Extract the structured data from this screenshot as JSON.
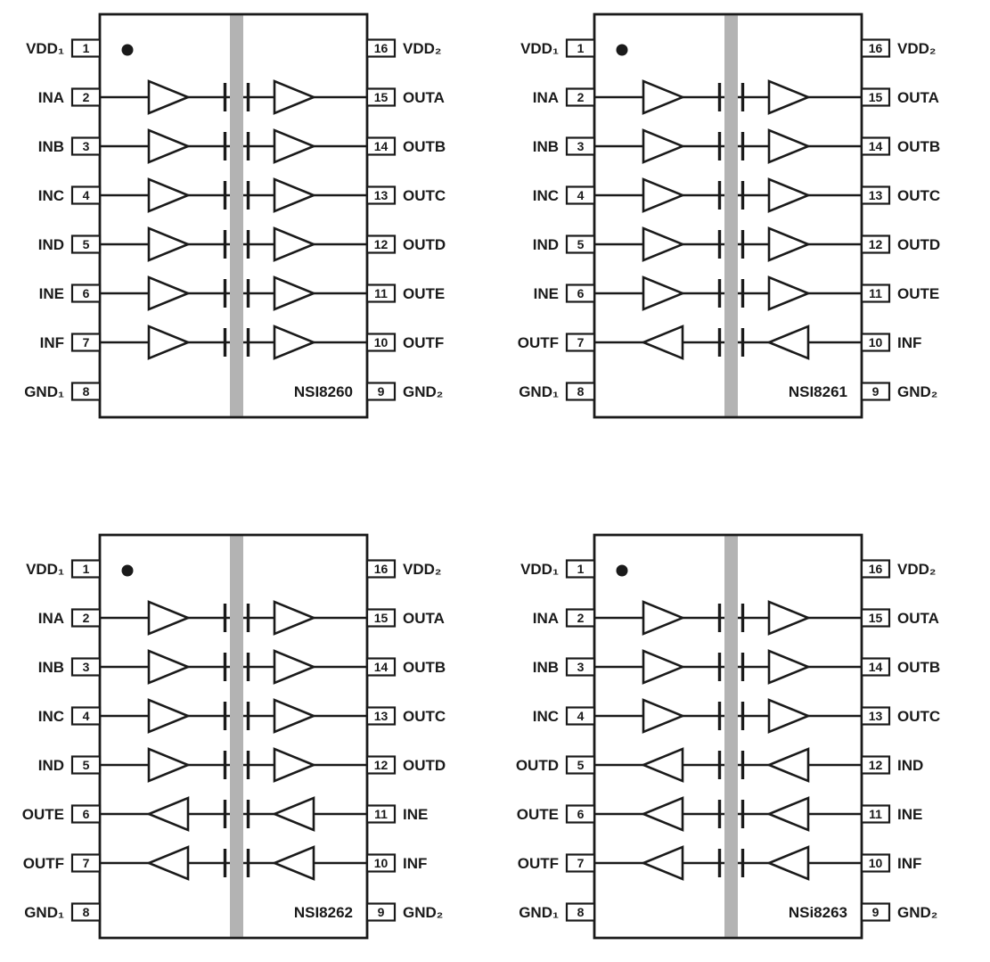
{
  "colors": {
    "ink": "#1a1a1a",
    "barrier": "#b3b3b3",
    "background": "#ffffff"
  },
  "chips": [
    {
      "name": "NSI8260",
      "left_pins": [
        {
          "num": "1",
          "label": "VDD₁"
        },
        {
          "num": "2",
          "label": "INA"
        },
        {
          "num": "3",
          "label": "INB"
        },
        {
          "num": "4",
          "label": "INC"
        },
        {
          "num": "5",
          "label": "IND"
        },
        {
          "num": "6",
          "label": "INE"
        },
        {
          "num": "7",
          "label": "INF"
        },
        {
          "num": "8",
          "label": "GND₁"
        }
      ],
      "right_pins": [
        {
          "num": "16",
          "label": "VDD₂"
        },
        {
          "num": "15",
          "label": "OUTA"
        },
        {
          "num": "14",
          "label": "OUTB"
        },
        {
          "num": "13",
          "label": "OUTC"
        },
        {
          "num": "12",
          "label": "OUTD"
        },
        {
          "num": "11",
          "label": "OUTE"
        },
        {
          "num": "10",
          "label": "OUTF"
        },
        {
          "num": "9",
          "label": "GND₂"
        }
      ],
      "channels": [
        "forward",
        "forward",
        "forward",
        "forward",
        "forward",
        "forward"
      ]
    },
    {
      "name": "NSI8261",
      "left_pins": [
        {
          "num": "1",
          "label": "VDD₁"
        },
        {
          "num": "2",
          "label": "INA"
        },
        {
          "num": "3",
          "label": "INB"
        },
        {
          "num": "4",
          "label": "INC"
        },
        {
          "num": "5",
          "label": "IND"
        },
        {
          "num": "6",
          "label": "INE"
        },
        {
          "num": "7",
          "label": "OUTF"
        },
        {
          "num": "8",
          "label": "GND₁"
        }
      ],
      "right_pins": [
        {
          "num": "16",
          "label": "VDD₂"
        },
        {
          "num": "15",
          "label": "OUTA"
        },
        {
          "num": "14",
          "label": "OUTB"
        },
        {
          "num": "13",
          "label": "OUTC"
        },
        {
          "num": "12",
          "label": "OUTD"
        },
        {
          "num": "11",
          "label": "OUTE"
        },
        {
          "num": "10",
          "label": "INF"
        },
        {
          "num": "9",
          "label": "GND₂"
        }
      ],
      "channels": [
        "forward",
        "forward",
        "forward",
        "forward",
        "forward",
        "reverse"
      ]
    },
    {
      "name": "NSI8262",
      "left_pins": [
        {
          "num": "1",
          "label": "VDD₁"
        },
        {
          "num": "2",
          "label": "INA"
        },
        {
          "num": "3",
          "label": "INB"
        },
        {
          "num": "4",
          "label": "INC"
        },
        {
          "num": "5",
          "label": "IND"
        },
        {
          "num": "6",
          "label": "OUTE"
        },
        {
          "num": "7",
          "label": "OUTF"
        },
        {
          "num": "8",
          "label": "GND₁"
        }
      ],
      "right_pins": [
        {
          "num": "16",
          "label": "VDD₂"
        },
        {
          "num": "15",
          "label": "OUTA"
        },
        {
          "num": "14",
          "label": "OUTB"
        },
        {
          "num": "13",
          "label": "OUTC"
        },
        {
          "num": "12",
          "label": "OUTD"
        },
        {
          "num": "11",
          "label": "INE"
        },
        {
          "num": "10",
          "label": "INF"
        },
        {
          "num": "9",
          "label": "GND₂"
        }
      ],
      "channels": [
        "forward",
        "forward",
        "forward",
        "forward",
        "reverse",
        "reverse"
      ]
    },
    {
      "name": "NSi8263",
      "left_pins": [
        {
          "num": "1",
          "label": "VDD₁"
        },
        {
          "num": "2",
          "label": "INA"
        },
        {
          "num": "3",
          "label": "INB"
        },
        {
          "num": "4",
          "label": "INC"
        },
        {
          "num": "5",
          "label": "OUTD"
        },
        {
          "num": "6",
          "label": "OUTE"
        },
        {
          "num": "7",
          "label": "OUTF"
        },
        {
          "num": "8",
          "label": "GND₁"
        }
      ],
      "right_pins": [
        {
          "num": "16",
          "label": "VDD₂"
        },
        {
          "num": "15",
          "label": "OUTA"
        },
        {
          "num": "14",
          "label": "OUTB"
        },
        {
          "num": "13",
          "label": "OUTC"
        },
        {
          "num": "12",
          "label": "IND"
        },
        {
          "num": "11",
          "label": "INE"
        },
        {
          "num": "10",
          "label": "INF"
        },
        {
          "num": "9",
          "label": "GND₂"
        }
      ],
      "channels": [
        "forward",
        "forward",
        "forward",
        "reverse",
        "reverse",
        "reverse"
      ]
    }
  ]
}
